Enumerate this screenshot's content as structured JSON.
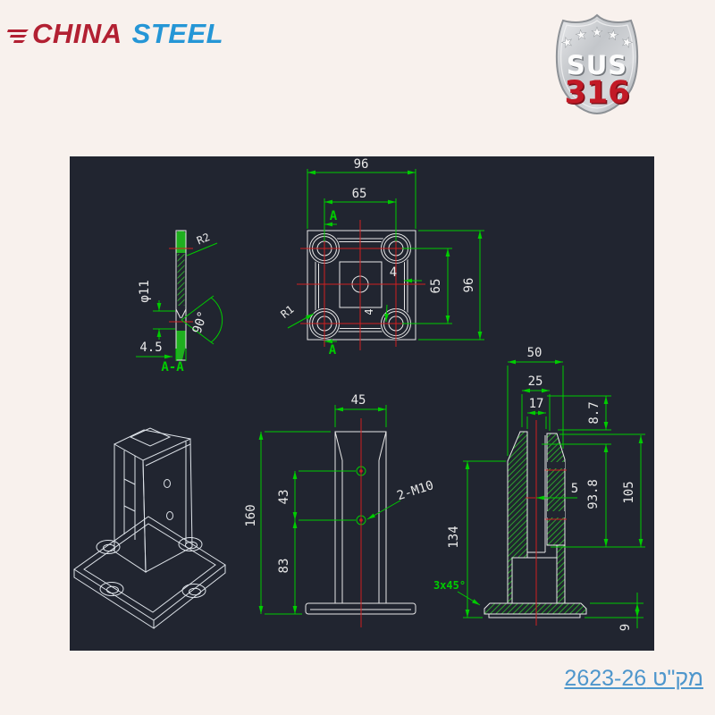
{
  "page": {
    "background": "#f8f1ed"
  },
  "logo": {
    "china": "CHINA",
    "steel": "STEEL",
    "red": "#b22032",
    "blue": "#2596d6"
  },
  "badge": {
    "star": "★",
    "grade": "SUS",
    "number": "316",
    "number_color": "#c21a26"
  },
  "catalog": {
    "label": "מק\"ט 2623-26",
    "color": "#4e96cc"
  },
  "drawing": {
    "background": "#212530",
    "line_colors": {
      "outline": "#e8e8e8",
      "dimension": "#00cc00",
      "centerline": "#cf2020",
      "hatch": "#2ca32c"
    },
    "top_view": {
      "width": "96",
      "bolt_spacing": "65",
      "section_marker_top": "A",
      "wall": "4",
      "bolt_spacing_right": "65",
      "height": "96",
      "fillet": "R1",
      "wall2": "4",
      "section_marker_bottom": "A"
    },
    "section_aa": {
      "fillet": "R2",
      "hole_dia": "φ11",
      "countersink_angle": "90°",
      "thickness": "4.5",
      "label": "A-A"
    },
    "front_view": {
      "post_width": "45",
      "overall_height": "160",
      "hole_spacing": "43",
      "hole_height": "83",
      "thread": "2-M10"
    },
    "side_view": {
      "width": "50",
      "jaw_span": "25",
      "slot": "17",
      "jaw_step": "8.7",
      "glass_gap": "5",
      "slot_depth": "93.8",
      "jaw_height": "105",
      "body_height": "134",
      "chamfer": "3x45°",
      "base_thickness": "9"
    }
  }
}
